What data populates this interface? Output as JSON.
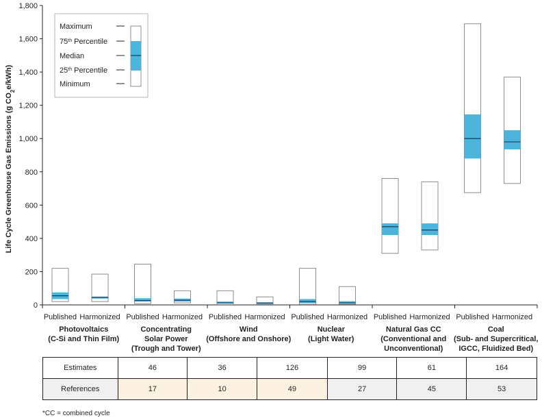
{
  "chart_data": {
    "type": "box",
    "ylabel": "Life Cycle Greenhouse Gas Emissions (g CO",
    "ylabel_sub": "2",
    "ylabel_tail": "e/kWh)",
    "ylim": [
      0,
      1800
    ],
    "yticks": [
      "0",
      "200",
      "400",
      "600",
      "800",
      "1,000",
      "1,200",
      "1,400",
      "1,600",
      "1,800"
    ],
    "grid": false,
    "box_color": "#4bb5dc",
    "groups": [
      {
        "label1": "Photovoltaics",
        "label2": "(C-Si and Thin Film)",
        "label3": "",
        "boxes": [
          {
            "label": "Published",
            "min": 20,
            "q1": 35,
            "median": 55,
            "q3": 75,
            "max": 220
          },
          {
            "label": "Harmonized",
            "min": 20,
            "q1": 38,
            "median": 45,
            "q3": 50,
            "max": 185
          }
        ]
      },
      {
        "label1": "Concentrating",
        "label2": "Solar Power",
        "label3": "(Trough and Tower)",
        "boxes": [
          {
            "label": "Published",
            "min": 8,
            "q1": 20,
            "median": 26,
            "q3": 40,
            "max": 245
          },
          {
            "label": "Harmonized",
            "min": 12,
            "q1": 20,
            "median": 28,
            "q3": 38,
            "max": 85
          }
        ]
      },
      {
        "label1": "Wind",
        "label2": "(Offshore and Onshore)",
        "label3": "",
        "boxes": [
          {
            "label": "Published",
            "min": 2,
            "q1": 8,
            "median": 12,
            "q3": 20,
            "max": 85
          },
          {
            "label": "Harmonized",
            "min": 3,
            "q1": 6,
            "median": 11,
            "q3": 16,
            "max": 48
          }
        ]
      },
      {
        "label1": "Nuclear",
        "label2": "(Light Water)",
        "label3": "",
        "boxes": [
          {
            "label": "Published",
            "min": 3,
            "q1": 10,
            "median": 20,
            "q3": 35,
            "max": 220
          },
          {
            "label": "Harmonized",
            "min": 4,
            "q1": 8,
            "median": 12,
            "q3": 22,
            "max": 110
          }
        ]
      },
      {
        "label1": "Natural Gas CC",
        "label2": "(Conventional and",
        "label3": "Unconventional)",
        "boxes": [
          {
            "label": "Published",
            "min": 310,
            "q1": 420,
            "median": 470,
            "q3": 490,
            "max": 760
          },
          {
            "label": "Harmonized",
            "min": 330,
            "q1": 420,
            "median": 450,
            "q3": 490,
            "max": 740
          }
        ]
      },
      {
        "label1": "Coal",
        "label2": "(Sub- and Supercritical,",
        "label3": "IGCC, Fluidized Bed)",
        "boxes": [
          {
            "label": "Published",
            "min": 675,
            "q1": 880,
            "median": 1000,
            "q3": 1145,
            "max": 1690
          },
          {
            "label": "Harmonized",
            "min": 730,
            "q1": 935,
            "median": 980,
            "q3": 1050,
            "max": 1370
          }
        ]
      }
    ],
    "legend": {
      "placement": "top-left",
      "maximum": "Maximum",
      "p75": "75",
      "p75_sup": "th",
      "p75_tail": " Percentile",
      "median": "Median",
      "p25": "25",
      "p25_sup": "th",
      "p25_tail": " Percentile",
      "minimum": "Minimum"
    }
  },
  "table": {
    "estimates_label": "Estimates",
    "references_label": "References",
    "estimates": [
      "46",
      "36",
      "126",
      "99",
      "61",
      "164"
    ],
    "references": [
      "17",
      "10",
      "49",
      "27",
      "45",
      "53"
    ]
  },
  "footnote": "*CC = combined cycle"
}
